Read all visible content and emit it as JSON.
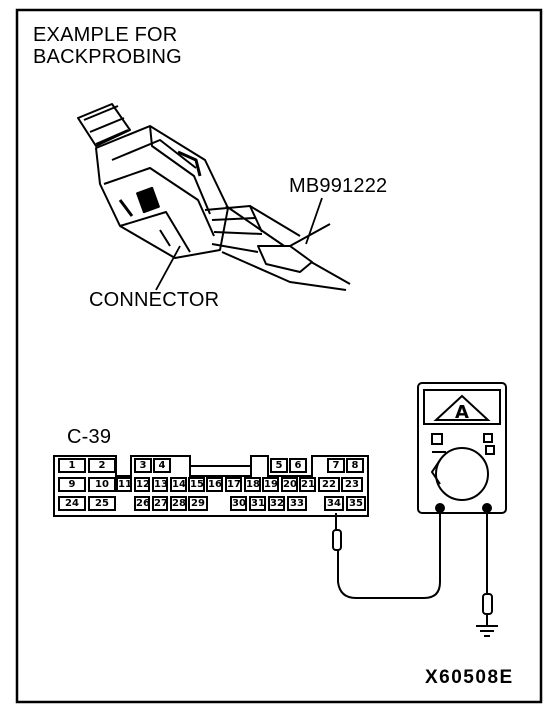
{
  "title_line1": "EXAMPLE FOR",
  "title_line2": "BACKPROBING",
  "tool_label": "MB991222",
  "connector_label": "CONNECTOR",
  "connector_id": "C-39",
  "figure_ref": "X60508E",
  "meter_icon": "ammeter-A",
  "pins": [
    [
      "1",
      "2",
      "3",
      "4",
      "5",
      "6",
      "7",
      "8"
    ],
    [
      "9",
      "10",
      "11",
      "12",
      "13",
      "14",
      "15",
      "16",
      "17",
      "18",
      "19",
      "20",
      "21",
      "22",
      "23"
    ],
    [
      "24",
      "25",
      "26",
      "27",
      "28",
      "29",
      "30",
      "31",
      "32",
      "33",
      "34",
      "35"
    ]
  ]
}
